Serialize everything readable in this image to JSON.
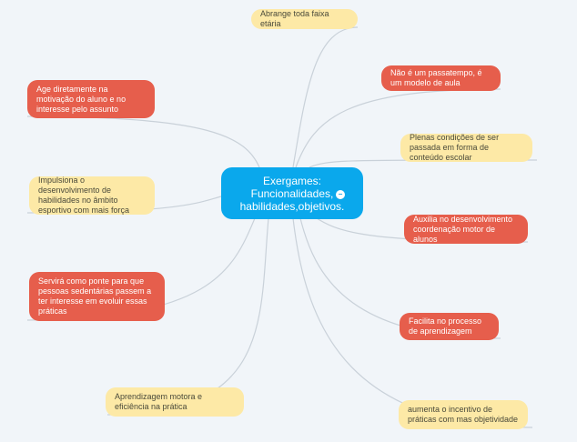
{
  "center": {
    "line1": "Exergames:",
    "line2": "Funcionalidades,",
    "line3": "habilidades,objetivos.",
    "collapse_icon": "minus-circle-icon"
  },
  "colors": {
    "center": "#0aa8ec",
    "yellow": "#fde9a6",
    "red": "#e65e4c",
    "link": "#c9d1d9",
    "background": "#f1f5f9"
  },
  "right_nodes": [
    {
      "text": "Abrange toda faixa etária",
      "color": "yellow"
    },
    {
      "text": "Não é um passatempo, é um modelo de aula",
      "color": "red"
    },
    {
      "text": "Plenas condições de ser passada em forma de conteúdo escolar",
      "color": "yellow"
    },
    {
      "text": "Auxilia no desenvolvimento coordenação motor de alunos",
      "color": "red"
    },
    {
      "text": "Facilita no processo de aprendizagem",
      "color": "red"
    },
    {
      "text": "aumenta o incentivo de práticas com mas objetividade",
      "color": "yellow"
    }
  ],
  "left_nodes": [
    {
      "text": "Age diretamente na motivação do aluno e no interesse pelo assunto",
      "color": "red"
    },
    {
      "text": "Impulsiona o desenvolvimento de habilidades no âmbito esportivo com mais força",
      "color": "yellow"
    },
    {
      "text": "Servirá como ponte para que pessoas sedentárias passem a ter interesse em evoluir essas práticas",
      "color": "red"
    },
    {
      "text": "Aprendizagem motora e eficiência na prática",
      "color": "yellow"
    }
  ]
}
